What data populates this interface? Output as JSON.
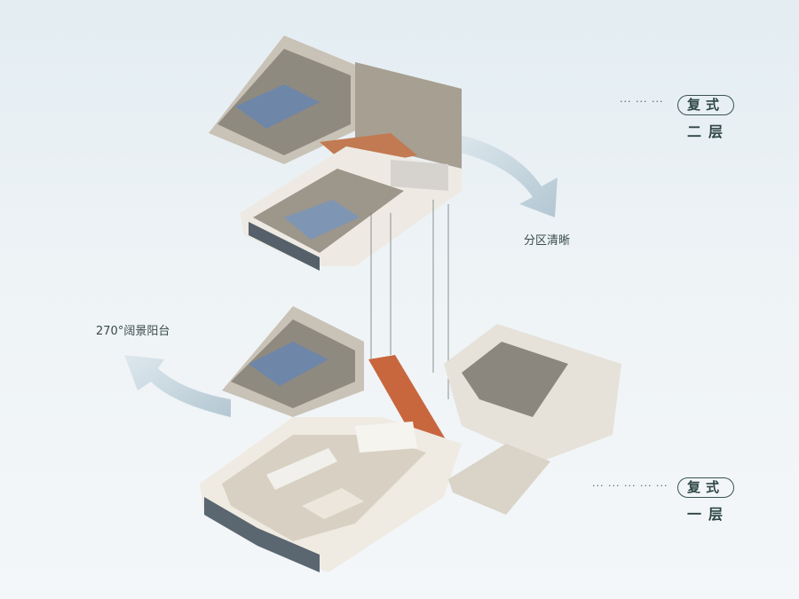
{
  "labels": {
    "upper_tag": "复式",
    "upper_floor": "二层",
    "lower_tag": "复式",
    "lower_floor": "一层",
    "zoning": "分区清晰",
    "balcony": "270°阔景阳台",
    "upper_dots": "··· ··· ···",
    "lower_dots": "··· ··· ··· ··· ···"
  },
  "colors": {
    "accent": "#3a5252",
    "arrow": "#b9ccd6"
  }
}
